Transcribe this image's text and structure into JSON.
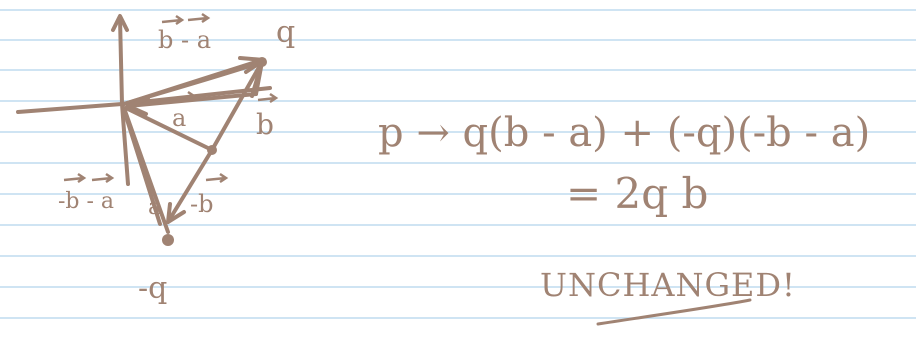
{
  "notebook": {
    "rule_color": "#bfdcef",
    "ink_color": "#a08373"
  },
  "diagram": {
    "label_q": "q",
    "label_neg_q": "-q",
    "label_b_minus_a": "b - a",
    "label_a": "a",
    "label_b": "b",
    "label_neg_b_minus_a": "-b - a",
    "label_neg_b": "-b",
    "label_neg_a": "a"
  },
  "equation": {
    "line1": "p → q(b - a) + (-q)(-b - a)",
    "line2": "= 2q b",
    "conclusion": "UNCHANGED!"
  }
}
